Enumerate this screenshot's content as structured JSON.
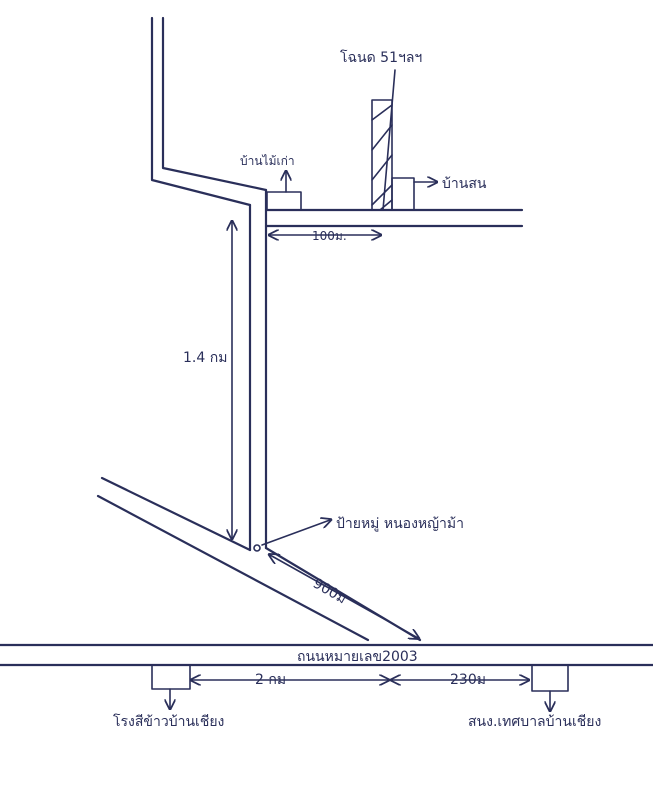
{
  "labels": {
    "tower": "โฉนด 51ฯลฯ",
    "old_house": "บ้านไม้เก่า",
    "house_right": "บ้านสน",
    "dist_100": "100ม.",
    "dist_14km": "1.4 กม",
    "village_sign": "ป้ายหมู่ หนองหญ้าม้า",
    "dist_900": "900ม",
    "highway": "ถนนหมายเลข2003",
    "dist_2km": "2 กม",
    "dist_230": "230ม",
    "rice_mill": "โรงสีข้าวบ้านเชียง",
    "municipal_office": "สนง.เทศบาลบ้านเชียง"
  },
  "colors": {
    "ink": "#2a2f5a",
    "paper": "#ffffff"
  }
}
